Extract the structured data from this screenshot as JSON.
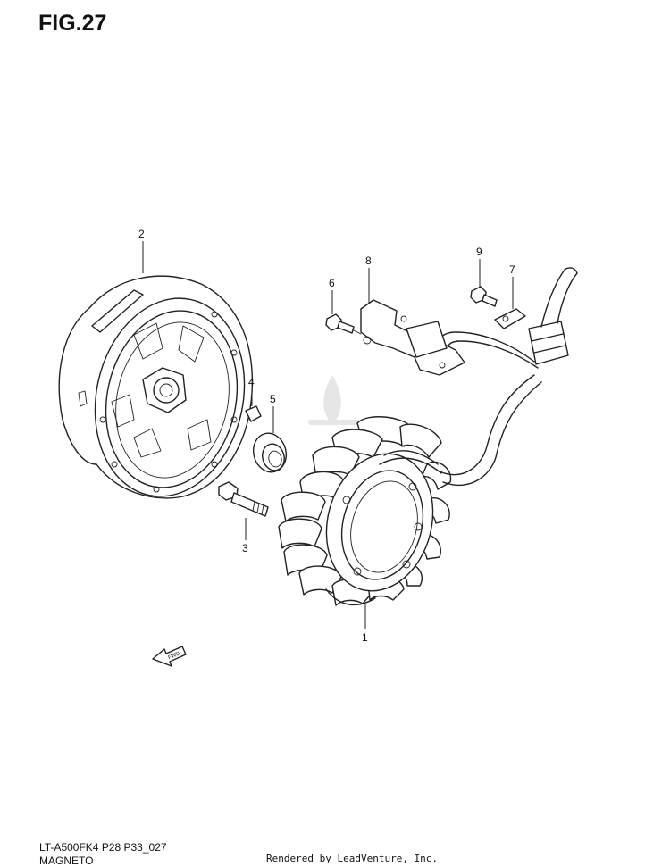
{
  "figure": {
    "title": "FIG.27"
  },
  "footer": {
    "model_code": "LT-A500FK4 P28 P33_027",
    "section_name": "MAGNETO",
    "credit": "Rendered by LeadVenture, Inc."
  },
  "callouts": [
    {
      "id": "1",
      "part": "stator-coil"
    },
    {
      "id": "2",
      "part": "flywheel-rotor"
    },
    {
      "id": "3",
      "part": "rotor-bolt"
    },
    {
      "id": "4",
      "part": "key"
    },
    {
      "id": "5",
      "part": "washer"
    },
    {
      "id": "6",
      "part": "bracket-screw"
    },
    {
      "id": "7",
      "part": "clamp"
    },
    {
      "id": "8",
      "part": "pickup-bracket"
    },
    {
      "id": "9",
      "part": "clamp-screw"
    }
  ],
  "direction_arrow": {
    "label": "FWD"
  }
}
